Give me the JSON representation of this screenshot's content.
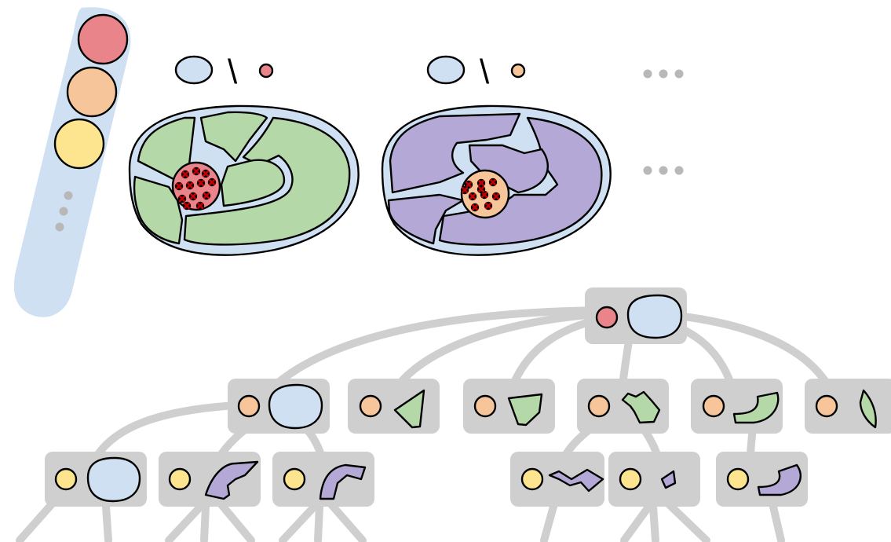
{
  "colors": {
    "background": "#ffffff",
    "region_blue": "#cfe0f3",
    "seed_red": "#e8848a",
    "seed_orange": "#f7c59a",
    "seed_yellow": "#fde58f",
    "part_green": "#b5d8a8",
    "part_purple": "#b3a8d6",
    "node_gray": "#cfcfcf",
    "edge_gray": "#cfcfcf",
    "ellipsis_gray": "#b8b8b8",
    "marker_red": "#c00000"
  },
  "seed_column": {
    "seeds": [
      "red",
      "orange",
      "yellow"
    ],
    "continues": true
  },
  "panels": [
    {
      "seed": "red",
      "region_fill": "green",
      "separator": "\\"
    },
    {
      "seed": "orange",
      "region_fill": "purple",
      "separator": "\\"
    }
  ],
  "panel_ellipsis_count": 2,
  "tree": {
    "root": {
      "seed": "red",
      "shape": "blob"
    },
    "level1": [
      {
        "seed": "orange",
        "shape": "blob"
      },
      {
        "seed": "orange",
        "shape": "green-wedge"
      },
      {
        "seed": "orange",
        "shape": "green-quad"
      },
      {
        "seed": "orange",
        "shape": "green-notch"
      },
      {
        "seed": "orange",
        "shape": "green-hook"
      },
      {
        "seed": "orange",
        "shape": "green-leaf"
      }
    ],
    "level2": [
      {
        "seed": "yellow",
        "shape": "blob"
      },
      {
        "seed": "yellow",
        "shape": "purple-claw"
      },
      {
        "seed": "yellow",
        "shape": "purple-fin"
      },
      {
        "seed": "yellow",
        "shape": "purple-wave"
      },
      {
        "seed": "yellow",
        "shape": "purple-sliver"
      },
      {
        "seed": "yellow",
        "shape": "purple-hook"
      }
    ]
  }
}
